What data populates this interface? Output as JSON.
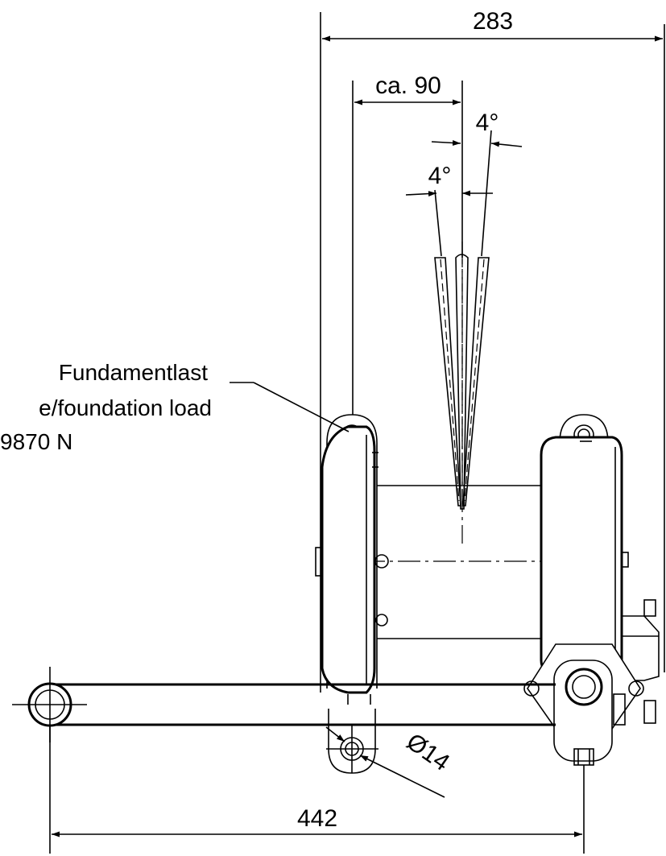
{
  "dimensions": {
    "overall_width": "283",
    "cable_offset": "ca. 90",
    "angle_right": "4°",
    "angle_left": "4°",
    "hole_diameter": "Ø14",
    "base_length": "442"
  },
  "callout": {
    "line1": "Fundamentlast",
    "line2": "e/foundation load",
    "line3": "9870 N"
  }
}
